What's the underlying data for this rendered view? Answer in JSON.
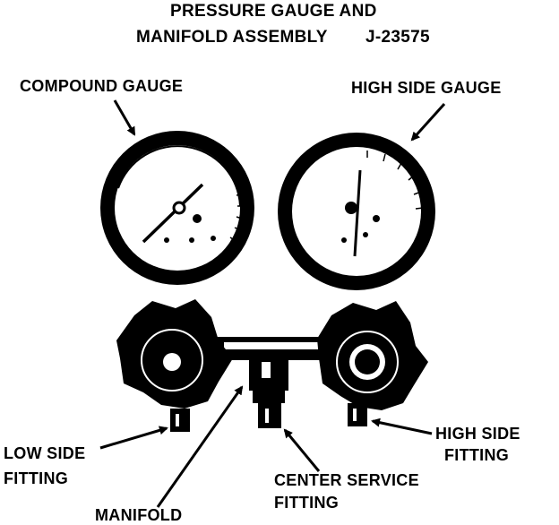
{
  "title": {
    "line1": "PRESSURE GAUGE AND",
    "line2": "MANIFOLD ASSEMBLY",
    "part_number": "J-23575"
  },
  "labels": {
    "compound_gauge": "COMPOUND GAUGE",
    "high_side_gauge": "HIGH SIDE GAUGE",
    "low_side_fitting_line1": "LOW SIDE",
    "low_side_fitting_line2": "FITTING",
    "high_side_fitting_line1": "HIGH SIDE",
    "high_side_fitting_line2": "FITTING",
    "center_service_fitting_line1": "CENTER SERVICE",
    "center_service_fitting_line2": "FITTING",
    "manifold": "MANIFOLD"
  }
}
